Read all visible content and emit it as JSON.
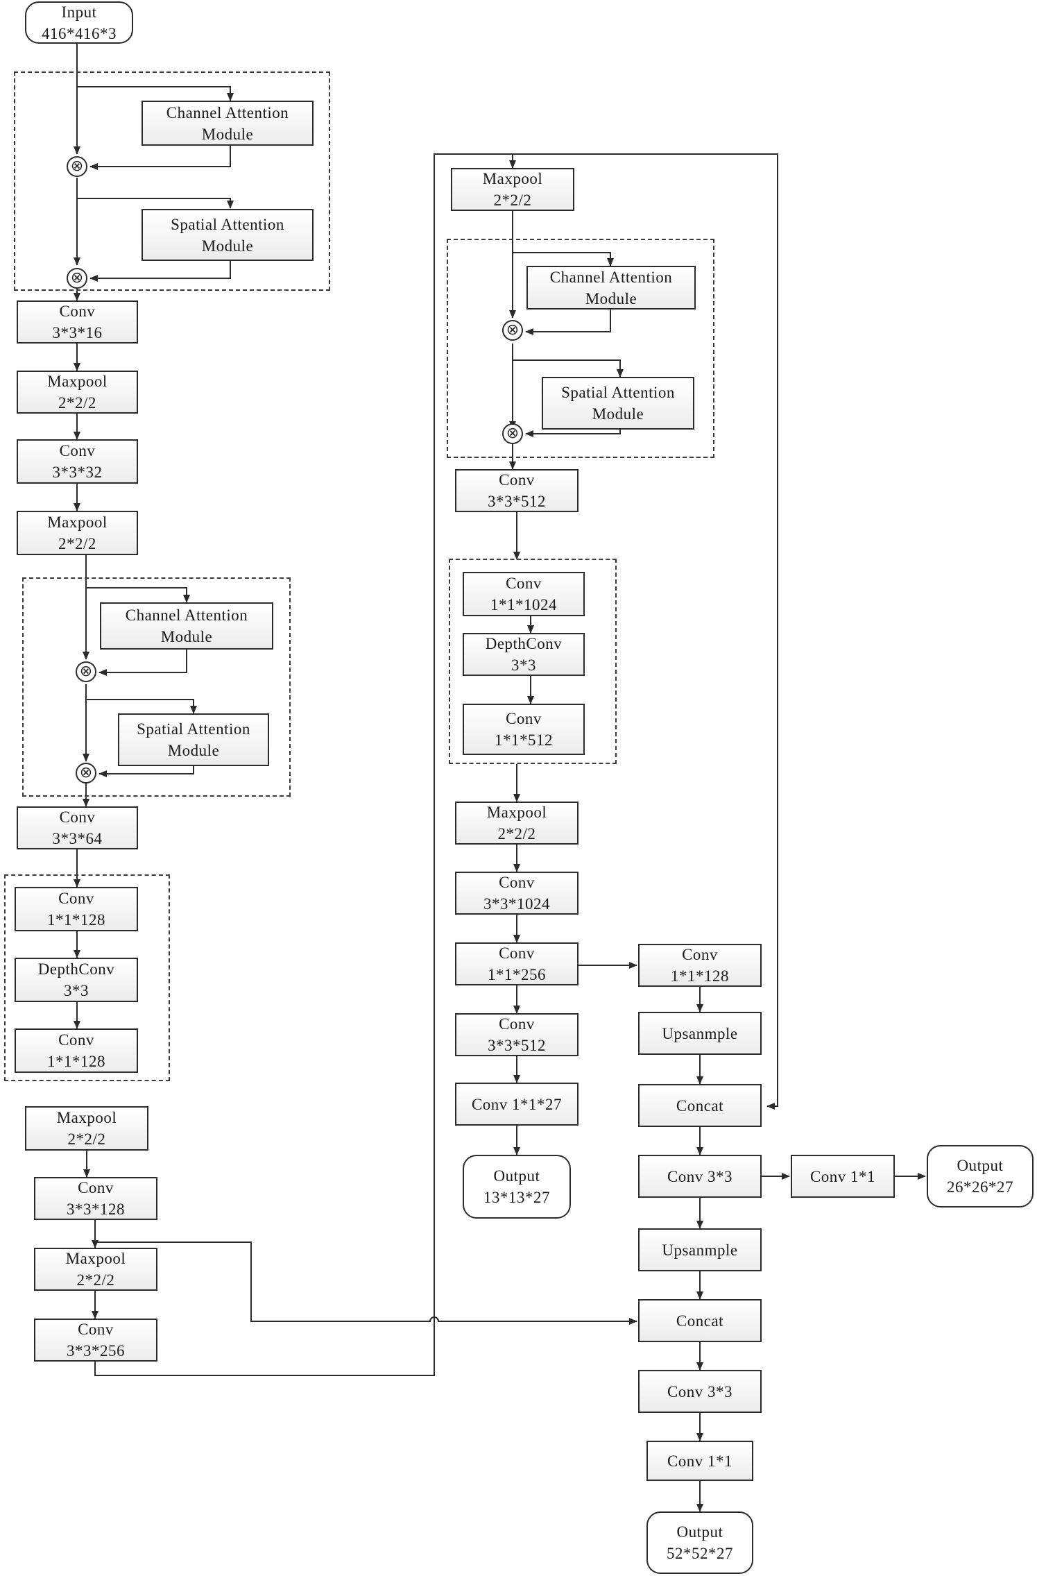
{
  "colors": {
    "stroke": "#2b2b2b",
    "node_fill": "#ececec",
    "background": "#ffffff"
  },
  "nodes": {
    "input": {
      "l1": "Input",
      "l2": "416*416*3"
    },
    "ca1": {
      "l1": "Channel Attention",
      "l2": "Module"
    },
    "sa1": {
      "l1": "Spatial Attention",
      "l2": "Module"
    },
    "conv16": {
      "l1": "Conv",
      "l2": "3*3*16"
    },
    "mp1": {
      "l1": "Maxpool",
      "l2": "2*2/2"
    },
    "conv32": {
      "l1": "Conv",
      "l2": "3*3*32"
    },
    "mp2": {
      "l1": "Maxpool",
      "l2": "2*2/2"
    },
    "ca2": {
      "l1": "Channel Attention",
      "l2": "Module"
    },
    "sa2": {
      "l1": "Spatial Attention",
      "l2": "Module"
    },
    "conv64": {
      "l1": "Conv",
      "l2": "3*3*64"
    },
    "c128a": {
      "l1": "Conv",
      "l2": "1*1*128"
    },
    "dw1": {
      "l1": "DepthConv",
      "l2": "3*3"
    },
    "c128b": {
      "l1": "Conv",
      "l2": "1*1*128"
    },
    "mp3": {
      "l1": "Maxpool",
      "l2": "2*2/2"
    },
    "conv128": {
      "l1": "Conv",
      "l2": "3*3*128"
    },
    "mp4": {
      "l1": "Maxpool",
      "l2": "2*2/2"
    },
    "conv256": {
      "l1": "Conv",
      "l2": "3*3*256"
    },
    "mp5": {
      "l1": "Maxpool",
      "l2": "2*2/2"
    },
    "ca3": {
      "l1": "Channel Attention",
      "l2": "Module"
    },
    "sa3": {
      "l1": "Spatial Attention",
      "l2": "Module"
    },
    "conv512": {
      "l1": "Conv",
      "l2": "3*3*512"
    },
    "c1024": {
      "l1": "Conv",
      "l2": "1*1*1024"
    },
    "dw2": {
      "l1": "DepthConv",
      "l2": "3*3"
    },
    "c512b": {
      "l1": "Conv",
      "l2": "1*1*512"
    },
    "mp6": {
      "l1": "Maxpool",
      "l2": "2*2/2"
    },
    "conv1024": {
      "l1": "Conv",
      "l2": "3*3*1024"
    },
    "c256": {
      "l1": "Conv",
      "l2": "1*1*256"
    },
    "c512c": {
      "l1": "Conv",
      "l2": "3*3*512"
    },
    "c27": {
      "l1": "Conv 1*1*27"
    },
    "out13": {
      "l1": "Output",
      "l2": "13*13*27"
    },
    "c128r": {
      "l1": "Conv",
      "l2": "1*1*128"
    },
    "up1": {
      "l1": "Upsanmple"
    },
    "concat1": {
      "l1": "Concat"
    },
    "c33a": {
      "l1": "Conv 3*3"
    },
    "c11a": {
      "l1": "Conv 1*1"
    },
    "out26": {
      "l1": "Output",
      "l2": "26*26*27"
    },
    "up2": {
      "l1": "Upsanmple"
    },
    "concat2": {
      "l1": "Concat"
    },
    "c33b": {
      "l1": "Conv 3*3"
    },
    "c11b": {
      "l1": "Conv 1*1"
    },
    "out52": {
      "l1": "Output",
      "l2": "52*52*27"
    }
  }
}
